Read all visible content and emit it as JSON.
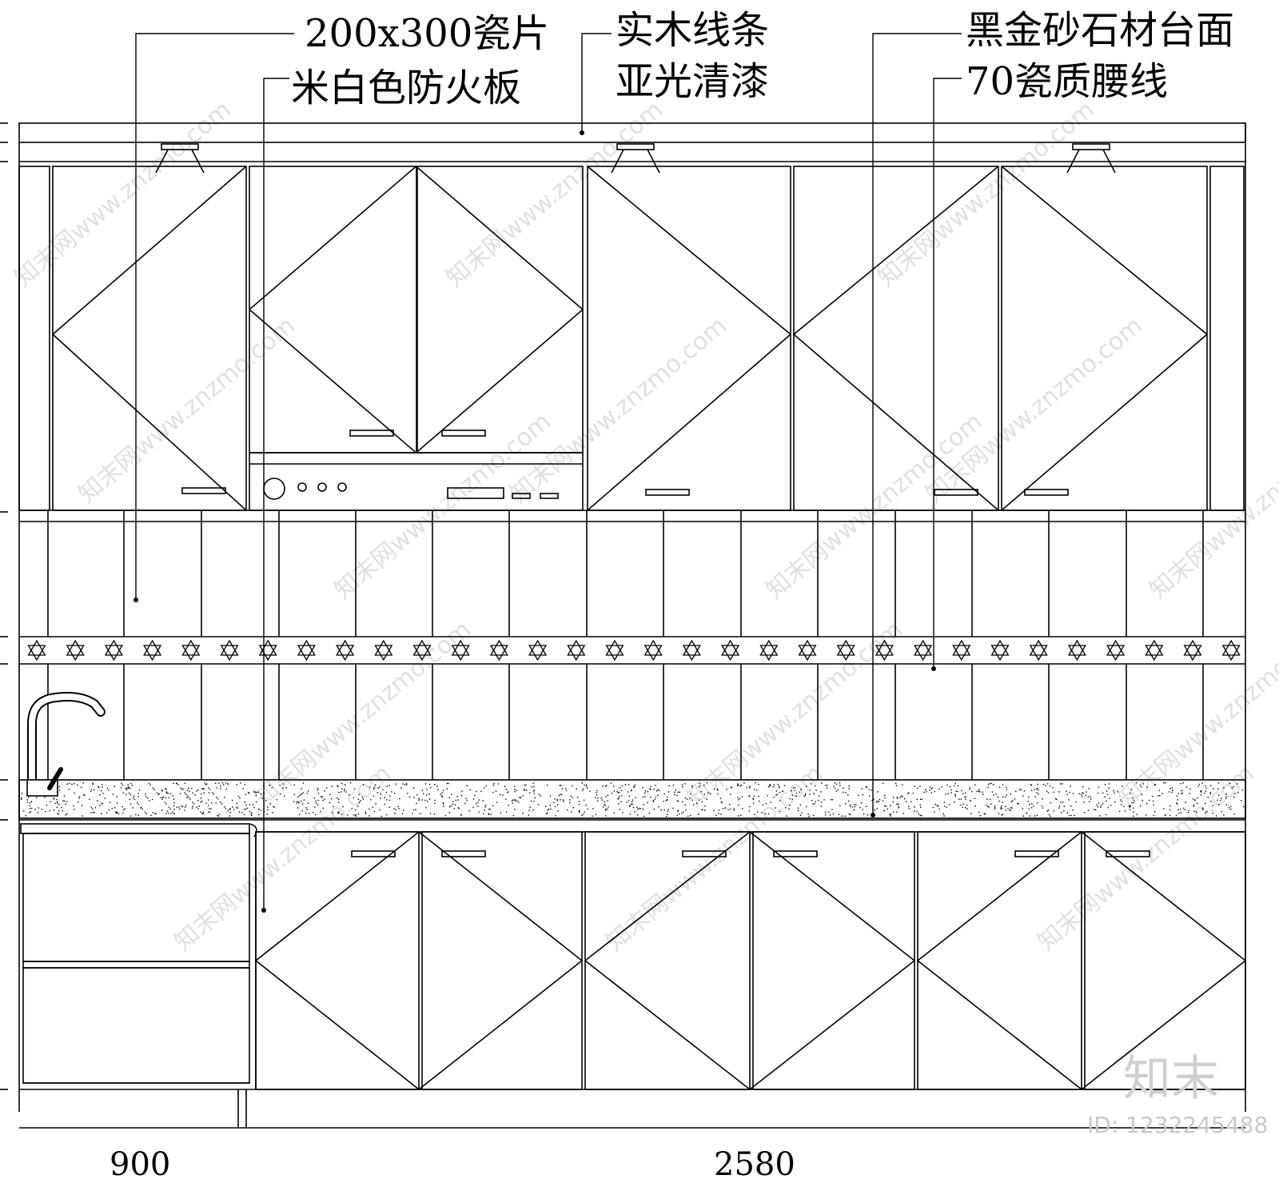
{
  "labels": {
    "tile": "200x300瓷片",
    "board": "米白色防火板",
    "wood_line": "实木线条",
    "matte": "亚光清漆",
    "countertop": "黑金砂石材台面",
    "waist_line": "70瓷质腰线"
  },
  "dimensions": {
    "left": "900",
    "right": "2580"
  },
  "watermark": {
    "site": "知末网www.znzmo.com",
    "logo": "知末",
    "id": "ID: 1232245488"
  },
  "colors": {
    "line": "#000000",
    "background": "#ffffff",
    "watermark": "#d9d9d9"
  }
}
